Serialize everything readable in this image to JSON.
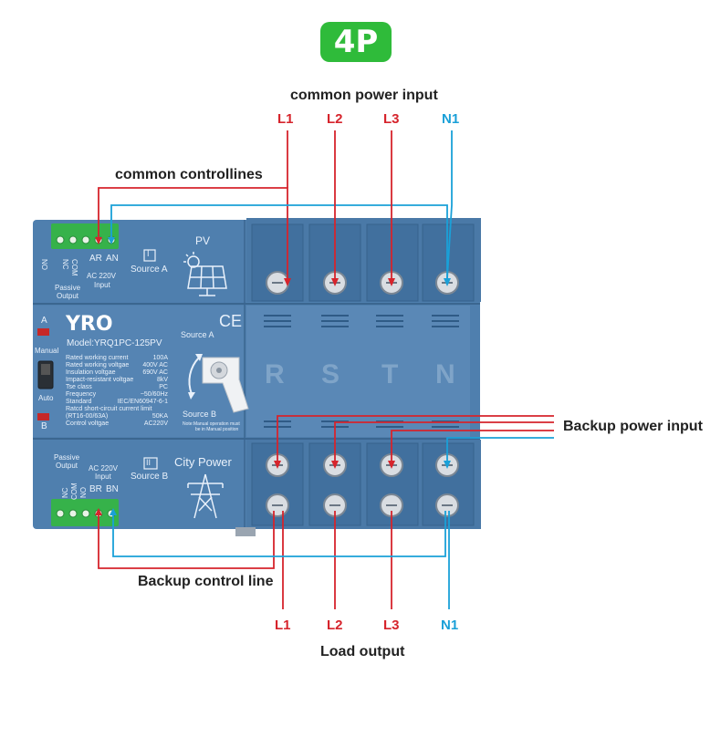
{
  "badge": "4P",
  "labels": {
    "common_power_input": "common power input",
    "common_control_lines": "common controllines",
    "backup_power_input": "Backup power input",
    "backup_control_line": "Backup control line",
    "load_output": "Load output"
  },
  "phases_top": [
    "L1",
    "L2",
    "L3",
    "N1"
  ],
  "phases_bottom": [
    "L1",
    "L2",
    "L3",
    "N1"
  ],
  "device": {
    "brand": "YRO",
    "model": "Model:YRQ1PC-125PV",
    "ce_mark": "CE",
    "source_a_roman": "I",
    "source_a": "Source A",
    "source_b_roman": "II",
    "source_b": "Source B",
    "pv": "PV",
    "city_power": "City Power",
    "indicator_a": "A",
    "indicator_b": "B",
    "manual": "Manual",
    "auto": "Auto",
    "dial_source_a": "Source A",
    "dial_source_b": "Source B",
    "dial_note_1": "Note:Manual operation must",
    "dial_note_2": "be in Manual position",
    "top_terminal": {
      "pins": [
        "NO",
        "NC",
        "COM",
        "AR",
        "AN"
      ],
      "passive": "Passive",
      "output": "Output",
      "input_voltage": "AC 220V",
      "input": "Input",
      "ar": "AR",
      "an": "AN"
    },
    "bottom_terminal": {
      "passive": "Passive",
      "output": "Output",
      "input_voltage": "AC 220V",
      "input": "Input",
      "br": "BR",
      "bn": "BN",
      "pins": [
        "NC",
        "COM",
        "NO"
      ]
    },
    "pole_letters": [
      "R",
      "S",
      "T",
      "N"
    ],
    "specs": [
      {
        "k": "Rated working current",
        "v": "100A"
      },
      {
        "k": "Rated working voltgae",
        "v": "400V AC"
      },
      {
        "k": "Insulation voltgae",
        "v": "690V AC"
      },
      {
        "k": "Impact-resistant voltgae",
        "v": "8kV"
      },
      {
        "k": "Tse class",
        "v": "PC"
      },
      {
        "k": "Frequency",
        "v": "~50/60Hz"
      },
      {
        "k": "Standard",
        "v": "IEC/EN60947-6-1"
      },
      {
        "k": "Ratcd short-circuit current limit",
        "v": ""
      },
      {
        "k": "(RT16-00/63A)",
        "v": "50KA"
      },
      {
        "k": "Control voltgae",
        "v": "AC220V"
      }
    ]
  },
  "colors": {
    "badge": "#2fbb3a",
    "device_body": "#4f7fae",
    "device_dark": "#3f6b97",
    "terminal_green": "#36b24a",
    "live_wire": "#d6242c",
    "neutral_wire": "#1aa0d8"
  }
}
